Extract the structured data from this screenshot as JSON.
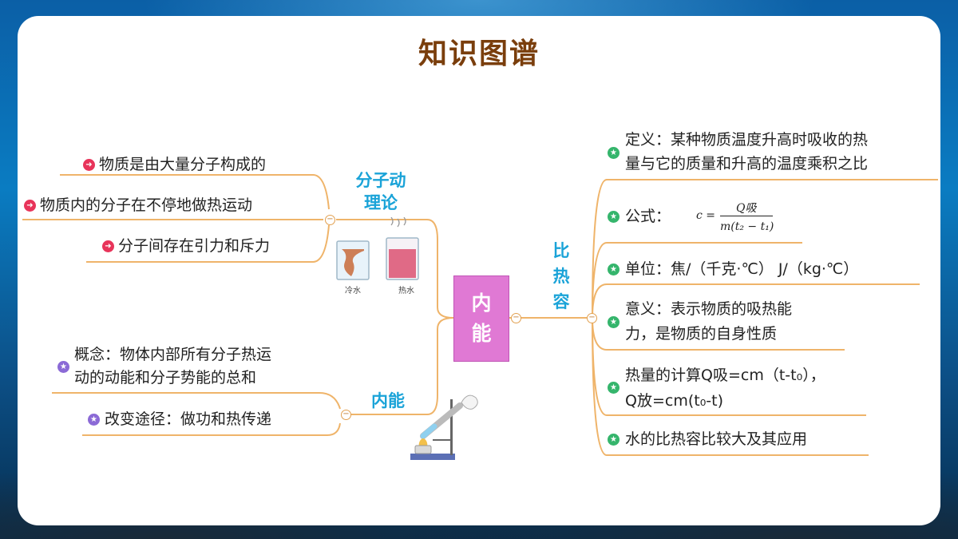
{
  "title": "知识图谱",
  "center": {
    "line1": "内",
    "line2": "能"
  },
  "left_top": {
    "branch_line1": "分子动",
    "branch_line2": "理论",
    "items": [
      "物质是由大量分子构成的",
      "物质内的分子在不停地做热运动",
      "分子间存在引力和斥力"
    ],
    "beaker_cold_label": "冷水",
    "beaker_hot_label": "热水"
  },
  "left_bottom": {
    "branch": "内能",
    "items": [
      {
        "line1": "概念：物体内部所有分子热运",
        "line2": "动的动能和分子势能的总和"
      },
      {
        "line1": "改变途径：做功和热传递"
      }
    ]
  },
  "right": {
    "branch_chars": [
      "比",
      "热",
      "容"
    ],
    "items": [
      {
        "line1": "定义：某种物质温度升高时吸收的热",
        "line2": "量与它的质量和升高的温度乘积之比"
      },
      {
        "line1": "公式："
      },
      {
        "line1": "单位：焦/（千克·℃）  J/（kg·℃）"
      },
      {
        "line1": "意义：表示物质的吸热能",
        "line2": "力，是物质的自身性质"
      },
      {
        "line1": "热量的计算Q吸=cm（t-t₀），",
        "line2": "Q放=cm(t₀-t)"
      },
      {
        "line1": "水的比热容比较大及其应用"
      }
    ],
    "formula": {
      "lhs": "c =",
      "numerator": "Q吸",
      "denominator": "m(t₂ − t₁)"
    }
  },
  "colors": {
    "branch_text": "#1aa3d8",
    "center_fill": "#e079d4",
    "connector": "#efb46a",
    "title": "#7a3e0c"
  }
}
